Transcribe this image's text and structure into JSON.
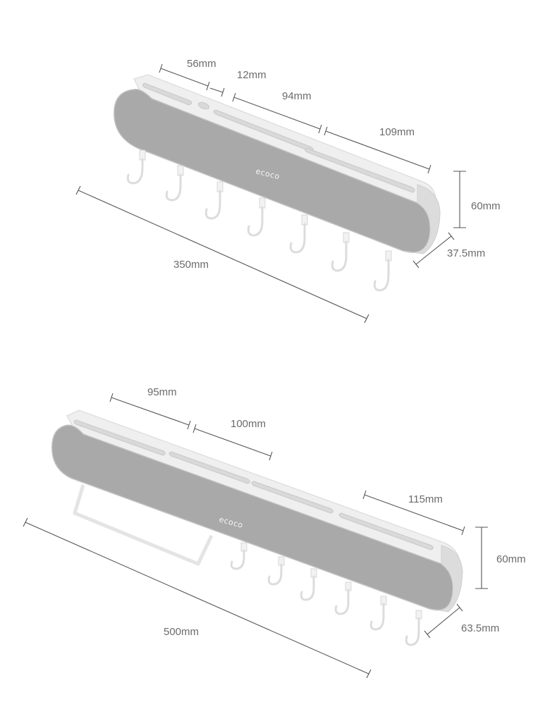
{
  "product_1": {
    "brand": "ecoco",
    "dims": {
      "slot_a": "56mm",
      "slot_b": "12mm",
      "slot_c": "94mm",
      "slot_d": "109mm",
      "height": "60mm",
      "depth": "37.5mm",
      "length": "350mm"
    }
  },
  "product_2": {
    "brand": "ecoco",
    "dims": {
      "slot_a": "95mm",
      "slot_b": "100mm",
      "slot_c": "115mm",
      "height": "60mm",
      "depth": "63.5mm",
      "length": "500mm"
    }
  },
  "colors": {
    "body": "#a9a9a9",
    "body_edge": "#c9c9c9",
    "top_surface": "#eeeeee",
    "hook": "#dedede",
    "dimension_line": "#555555",
    "dimension_text": "#6b6b6b"
  }
}
